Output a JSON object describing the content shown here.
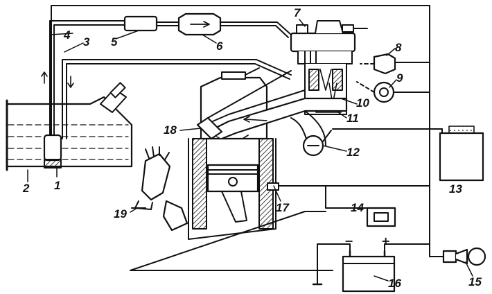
{
  "callouts": {
    "n1": "1",
    "n2": "2",
    "n3": "3",
    "n4": "4",
    "n5": "5",
    "n6": "6",
    "n7": "7",
    "n8": "8",
    "n9": "9",
    "n10": "10",
    "n11": "11",
    "n12": "12",
    "n13": "13",
    "n14": "14",
    "n15": "15",
    "n16": "16",
    "n17": "17",
    "n18": "18",
    "n19": "19"
  },
  "battery": {
    "minus": "−",
    "plus": "+"
  },
  "colors": {
    "ink": "#111111",
    "paper": "#ffffff"
  }
}
